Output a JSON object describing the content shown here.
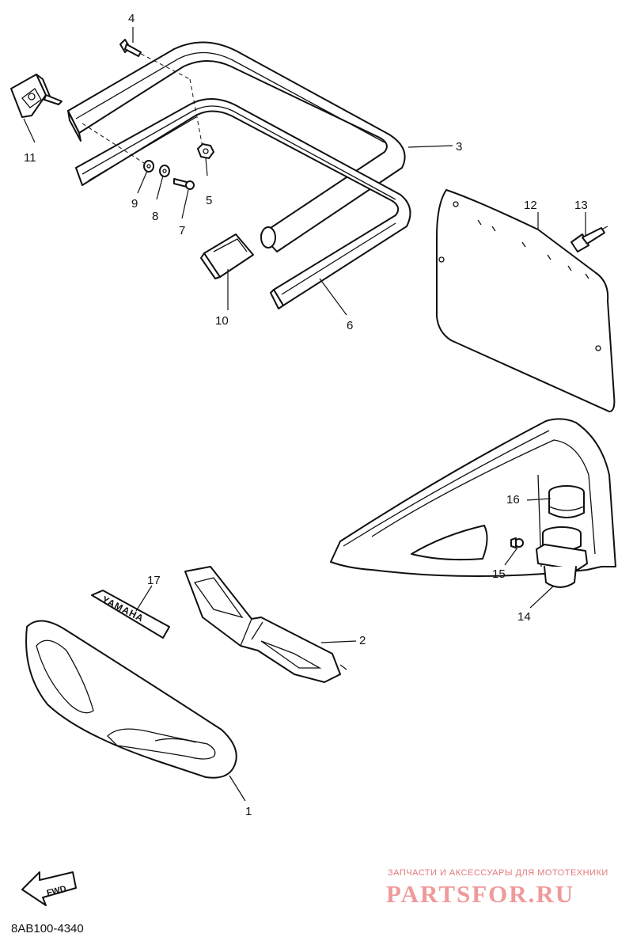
{
  "callouts": [
    {
      "id": "1",
      "label": "1"
    },
    {
      "id": "2",
      "label": "2"
    },
    {
      "id": "3",
      "label": "3"
    },
    {
      "id": "4",
      "label": "4"
    },
    {
      "id": "5",
      "label": "5"
    },
    {
      "id": "6",
      "label": "6"
    },
    {
      "id": "7",
      "label": "7"
    },
    {
      "id": "8",
      "label": "8"
    },
    {
      "id": "9",
      "label": "9"
    },
    {
      "id": "10",
      "label": "10"
    },
    {
      "id": "11",
      "label": "11"
    },
    {
      "id": "12",
      "label": "12"
    },
    {
      "id": "13",
      "label": "13"
    },
    {
      "id": "14",
      "label": "14"
    },
    {
      "id": "15",
      "label": "15"
    },
    {
      "id": "16",
      "label": "16"
    },
    {
      "id": "17",
      "label": "17"
    }
  ],
  "diagram_code": "8AB100-4340",
  "fwd_arrow_label": "FWD",
  "emblem_text": "YAMAHA",
  "watermark": {
    "tagline": "ЗАПЧАСТИ И АКСЕССУАРЫ ДЛЯ МОТОТЕХНИКИ",
    "brand": "PARTSFOR.RU"
  },
  "colors": {
    "line": "#111111",
    "watermark": "#ef9a9a"
  }
}
